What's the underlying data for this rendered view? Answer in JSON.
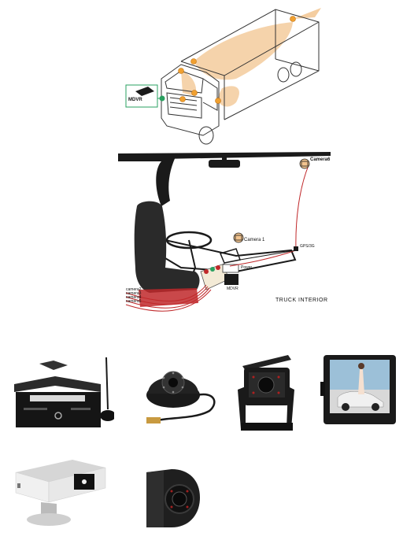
{
  "truck_diagram": {
    "mdvr_label": "MDVR"
  },
  "interior_diagram": {
    "camera6_label": "Camera6",
    "camera1_label": "Camera 1",
    "gps_label": "GPS/3G",
    "power_label": "Power",
    "mdvr_label": "MDVR",
    "camera_lines": [
      "camera2",
      "camera3",
      "camera4",
      "camera5"
    ],
    "caption": "TRUCK   INTERIOR"
  },
  "colors": {
    "cone": "#f2c48f",
    "marker": "#f0a030",
    "wire_red": "#c0282a",
    "dark": "#1a1a1a"
  }
}
